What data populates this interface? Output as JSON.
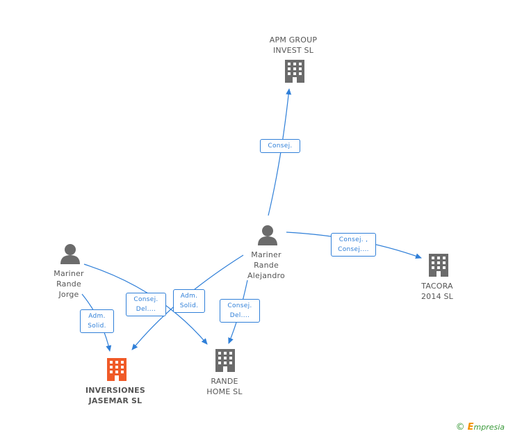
{
  "colors": {
    "edge": "#2f7fd8",
    "company": "#6b6b6b",
    "company_highlight": "#f05a28",
    "person": "#6b6b6b"
  },
  "nodes": {
    "apm": {
      "label": "APM GROUP\nINVEST SL",
      "icon": "building-icon"
    },
    "tacora": {
      "label": "TACORA\n2014  SL",
      "icon": "building-icon"
    },
    "rande_home": {
      "label": "RANDE\nHOME SL",
      "icon": "building-icon"
    },
    "inversiones": {
      "label": "INVERSIONES\nJASEMAR  SL",
      "icon": "building-icon"
    },
    "alejandro": {
      "label": "Mariner\nRande\nAlejandro",
      "icon": "person-icon"
    },
    "jorge": {
      "label": "Mariner\nRande\nJorge",
      "icon": "person-icon"
    }
  },
  "edges": {
    "alejandro_apm": "Consej.",
    "alejandro_tacora": "Consej. ,\nConsej....",
    "alejandro_rande": "Consej.\nDel....",
    "alejandro_inversiones": "Adm.\nSolid.",
    "jorge_inversiones": "Adm.\nSolid.",
    "jorge_rande": "Consej.\nDel...."
  },
  "brand": {
    "copyright": "©",
    "name_initial": "E",
    "name_rest": "mpresia"
  }
}
